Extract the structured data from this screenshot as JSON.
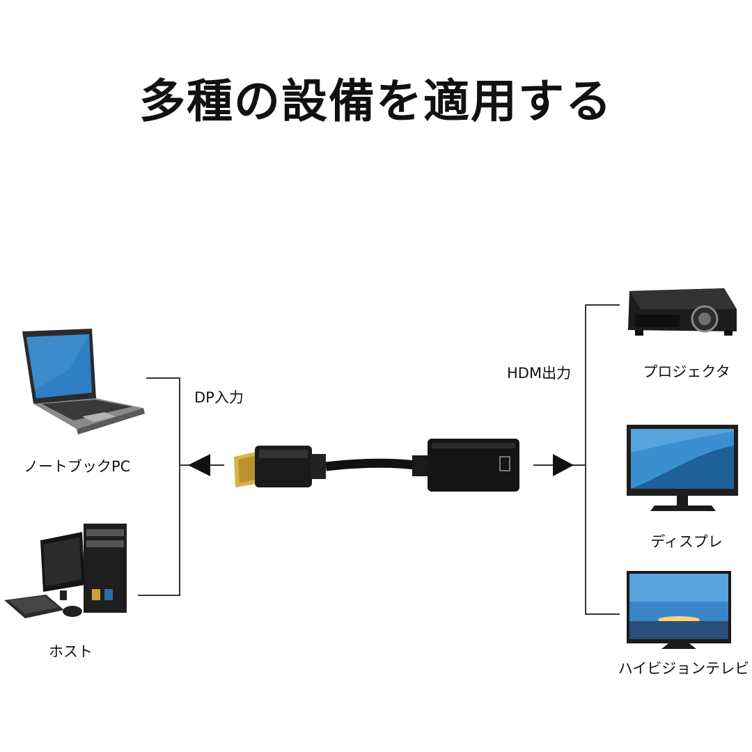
{
  "title": "多種の設備を適用する",
  "input": {
    "label": "DP入力",
    "devices": [
      {
        "label": "ノートブックPC",
        "icon": "laptop-icon"
      },
      {
        "label": "ホスト",
        "icon": "desktop-pc-icon"
      }
    ]
  },
  "output": {
    "label": "HDM出力",
    "devices": [
      {
        "label": "プロジェクタ",
        "icon": "projector-icon"
      },
      {
        "label": "ディスプレ",
        "icon": "monitor-icon"
      },
      {
        "label": "ハイビジョンテレビ",
        "icon": "tv-icon"
      }
    ]
  },
  "adapter": {
    "icon": "dp-to-hdmi-adapter-icon"
  },
  "colors": {
    "line": "#333333",
    "screen_blue": "#2f7fc4",
    "connector_gold": "#d8b24a",
    "tv_sky": "#3a86c8"
  }
}
